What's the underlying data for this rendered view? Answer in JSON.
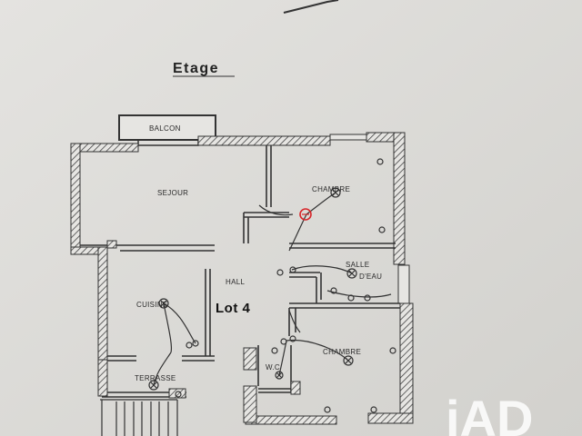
{
  "title": "Etage",
  "lot_label": "Lot 4",
  "rooms": {
    "balcon": "BALCON",
    "sejour": "SEJOUR",
    "chambre_top": "CHAMBRE",
    "hall": "HALL",
    "salle_line1": "SALLE",
    "salle_line2": "D'EAU",
    "cuisine": "CUISINE",
    "chambre_bottom": "CHAMBRE",
    "wc": "W.C",
    "terrasse": "TERRASSE"
  },
  "watermark": "iAD",
  "colors": {
    "paper": "#dedddb",
    "wall": "#3a3a3a",
    "hatch": "#555555",
    "accent_red": "#d8262a",
    "watermark": "#ffffff"
  }
}
